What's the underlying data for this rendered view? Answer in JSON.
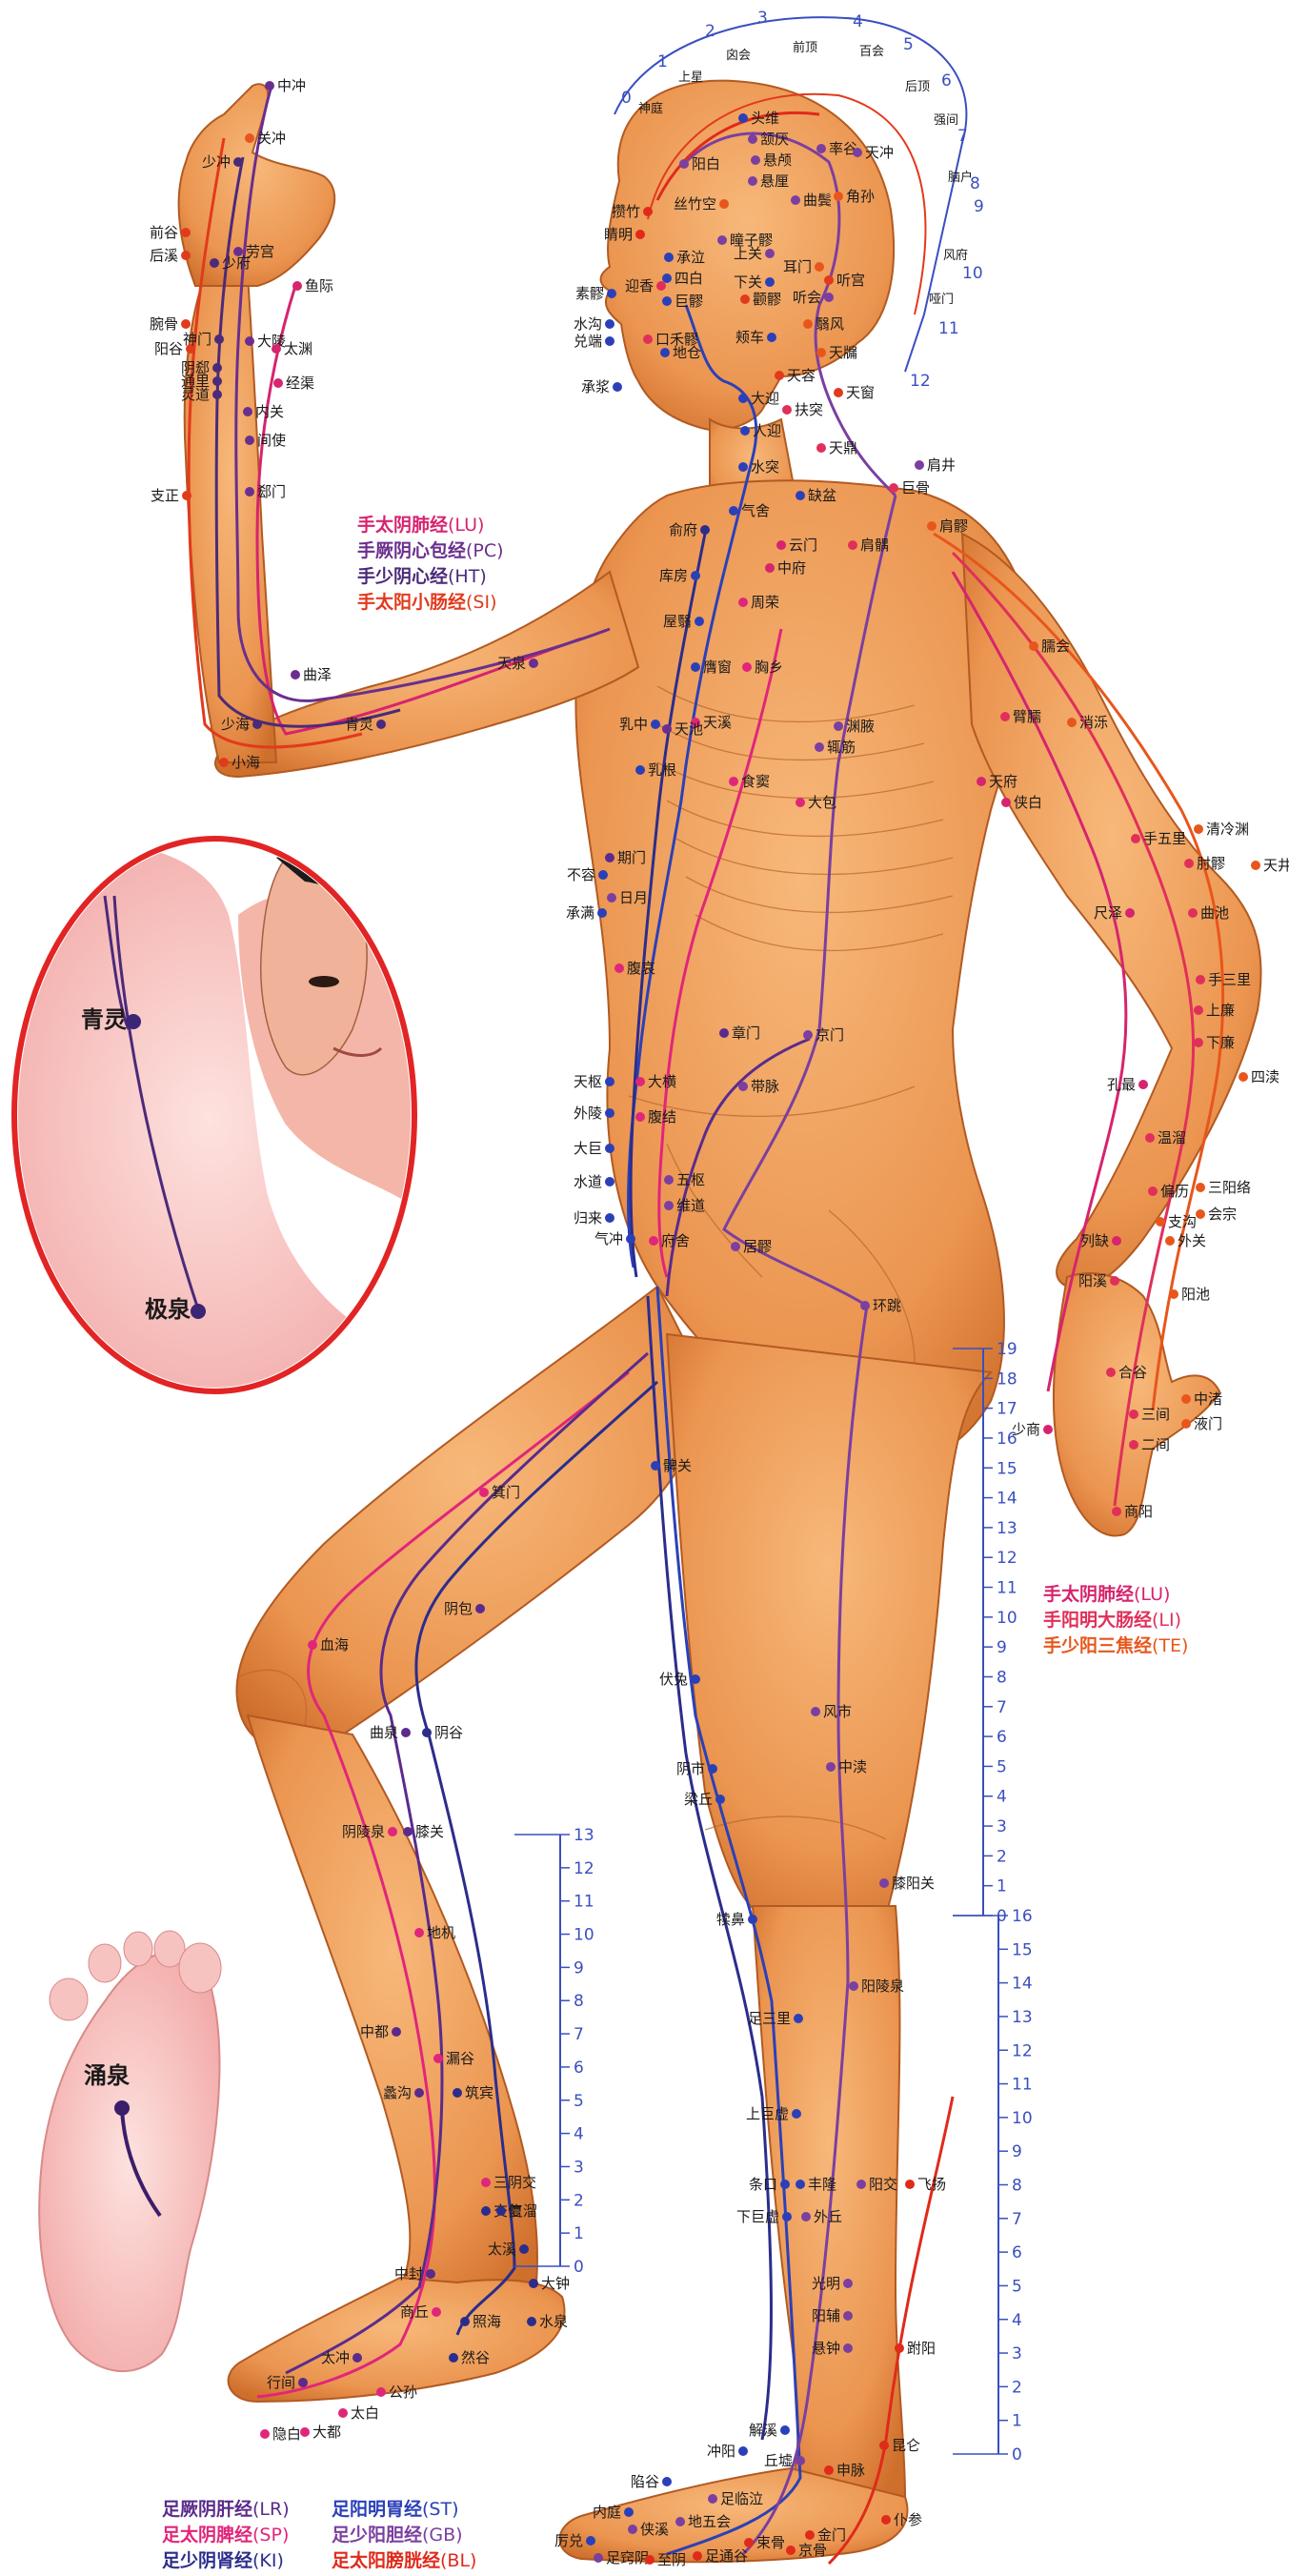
{
  "colors": {
    "skin": "#f0a15f",
    "skin_dark": "#d97a36",
    "lu": "#d6246e",
    "pc": "#6a2f8e",
    "ht": "#4b2a7a",
    "si": "#e23a1c",
    "li": "#e0305a",
    "te": "#e8561c",
    "lr": "#5a2b8c",
    "sp": "#e0267a",
    "ki": "#2b2d8c",
    "st": "#2b40b8",
    "gb": "#7b3fa0",
    "bl": "#e02a1a",
    "scale": "#3a4fc0"
  },
  "legends": {
    "arm_yin": [
      {
        "name": "手太阴肺经",
        "abbr": "(LU)",
        "color": "#d6246e"
      },
      {
        "name": "手厥阴心包经",
        "abbr": "(PC)",
        "color": "#6a2f8e"
      },
      {
        "name": "手少阴心经",
        "abbr": "(HT)",
        "color": "#4b2a7a"
      },
      {
        "name": "手太阳小肠经",
        "abbr": "(SI)",
        "color": "#e23a1c"
      }
    ],
    "arm_yang": [
      {
        "name": "手太阴肺经",
        "abbr": "(LU)",
        "color": "#d6246e"
      },
      {
        "name": "手阳明大肠经",
        "abbr": "(LI)",
        "color": "#e0305a"
      },
      {
        "name": "手少阳三焦经",
        "abbr": "(TE)",
        "color": "#e8561c"
      }
    ],
    "leg_left": [
      {
        "name": "足厥阴肝经",
        "abbr": "(LR)",
        "color": "#5a2b8c"
      },
      {
        "name": "足太阴脾经",
        "abbr": "(SP)",
        "color": "#e0267a"
      },
      {
        "name": "足少阴肾经",
        "abbr": "(KI)",
        "color": "#2b2d8c"
      }
    ],
    "leg_right": [
      {
        "name": "足阳明胃经",
        "abbr": "(ST)",
        "color": "#2b40b8"
      },
      {
        "name": "足少阳胆经",
        "abbr": "(GB)",
        "color": "#7b3fa0"
      },
      {
        "name": "足太阳膀胱经",
        "abbr": "(BL)",
        "color": "#e02a1a"
      }
    ]
  },
  "insets": {
    "armpit": {
      "points": [
        "青灵",
        "极泉"
      ]
    },
    "sole": {
      "points": [
        "涌泉"
      ]
    }
  },
  "head_scale": {
    "numbers": [
      "0",
      "1",
      "2",
      "3",
      "4",
      "5",
      "6",
      "7",
      "8",
      "9",
      "10",
      "11",
      "12"
    ],
    "labels": [
      "神庭",
      "上星",
      "囟会",
      "前顶",
      "百会",
      "后顶",
      "强间",
      "脑户",
      "风府",
      "哑门"
    ]
  },
  "scales": {
    "thigh": {
      "max": 19
    },
    "shin_right": {
      "max": 16
    },
    "shin_left": {
      "max": 13
    }
  },
  "points": [
    {
      "t": "中冲",
      "c": "#6a2f8e"
    },
    {
      "t": "关冲",
      "c": "#e8561c"
    },
    {
      "t": "少冲",
      "c": "#4b2a7a"
    },
    {
      "t": "前谷",
      "c": "#e23a1c"
    },
    {
      "t": "后溪",
      "c": "#e23a1c"
    },
    {
      "t": "劳宫",
      "c": "#6a2f8e"
    },
    {
      "t": "少府",
      "c": "#4b2a7a"
    },
    {
      "t": "鱼际",
      "c": "#d6246e"
    },
    {
      "t": "腕骨",
      "c": "#e23a1c"
    },
    {
      "t": "阳谷",
      "c": "#e23a1c"
    },
    {
      "t": "神门",
      "c": "#4b2a7a"
    },
    {
      "t": "大陵",
      "c": "#6a2f8e"
    },
    {
      "t": "太渊",
      "c": "#d6246e"
    },
    {
      "t": "阴郄",
      "c": "#4b2a7a"
    },
    {
      "t": "通里",
      "c": "#4b2a7a"
    },
    {
      "t": "灵道",
      "c": "#4b2a7a"
    },
    {
      "t": "经渠",
      "c": "#d6246e"
    },
    {
      "t": "内关",
      "c": "#6a2f8e"
    },
    {
      "t": "间使",
      "c": "#6a2f8e"
    },
    {
      "t": "支正",
      "c": "#e23a1c"
    },
    {
      "t": "郄门",
      "c": "#6a2f8e"
    },
    {
      "t": "曲泽",
      "c": "#6a2f8e"
    },
    {
      "t": "天泉",
      "c": "#6a2f8e"
    },
    {
      "t": "少海",
      "c": "#4b2a7a"
    },
    {
      "t": "青灵",
      "c": "#4b2a7a"
    },
    {
      "t": "小海",
      "c": "#e23a1c"
    },
    {
      "t": "阳白",
      "c": "#7b3fa0"
    },
    {
      "t": "头维",
      "c": "#2b40b8"
    },
    {
      "t": "颔厌",
      "c": "#7b3fa0"
    },
    {
      "t": "悬颅",
      "c": "#7b3fa0"
    },
    {
      "t": "悬厘",
      "c": "#7b3fa0"
    },
    {
      "t": "率谷",
      "c": "#7b3fa0"
    },
    {
      "t": "天冲",
      "c": "#7b3fa0"
    },
    {
      "t": "曲鬓",
      "c": "#7b3fa0"
    },
    {
      "t": "角孙",
      "c": "#e8561c"
    },
    {
      "t": "攒竹",
      "c": "#e02a1a"
    },
    {
      "t": "睛明",
      "c": "#e02a1a"
    },
    {
      "t": "丝竹空",
      "c": "#e8561c"
    },
    {
      "t": "瞳子髎",
      "c": "#7b3fa0"
    },
    {
      "t": "承泣",
      "c": "#2b40b8"
    },
    {
      "t": "四白",
      "c": "#2b40b8"
    },
    {
      "t": "巨髎",
      "c": "#2b40b8"
    },
    {
      "t": "素髎",
      "c": "#2b40b8"
    },
    {
      "t": "迎香",
      "c": "#e0305a"
    },
    {
      "t": "水沟",
      "c": "#2b40b8"
    },
    {
      "t": "兑端",
      "c": "#2b40b8"
    },
    {
      "t": "口禾髎",
      "c": "#e0305a"
    },
    {
      "t": "地仓",
      "c": "#2b40b8"
    },
    {
      "t": "承浆",
      "c": "#2b40b8"
    },
    {
      "t": "上关",
      "c": "#7b3fa0"
    },
    {
      "t": "下关",
      "c": "#2b40b8"
    },
    {
      "t": "耳门",
      "c": "#e8561c"
    },
    {
      "t": "听宫",
      "c": "#e23a1c"
    },
    {
      "t": "听会",
      "c": "#7b3fa0"
    },
    {
      "t": "颧髎",
      "c": "#e23a1c"
    },
    {
      "t": "颊车",
      "c": "#2b40b8"
    },
    {
      "t": "翳风",
      "c": "#e8561c"
    },
    {
      "t": "天容",
      "c": "#e23a1c"
    },
    {
      "t": "天牖",
      "c": "#e8561c"
    },
    {
      "t": "大迎",
      "c": "#2b40b8"
    },
    {
      "t": "扶突",
      "c": "#e0305a"
    },
    {
      "t": "天窗",
      "c": "#e23a1c"
    },
    {
      "t": "人迎",
      "c": "#2b40b8"
    },
    {
      "t": "天鼎",
      "c": "#e0305a"
    },
    {
      "t": "水突",
      "c": "#2b40b8"
    },
    {
      "t": "肩井",
      "c": "#7b3fa0"
    },
    {
      "t": "缺盆",
      "c": "#2b40b8"
    },
    {
      "t": "巨骨",
      "c": "#e0305a"
    },
    {
      "t": "气舍",
      "c": "#2b40b8"
    },
    {
      "t": "俞府",
      "c": "#2b2d8c"
    },
    {
      "t": "云门",
      "c": "#d6246e"
    },
    {
      "t": "中府",
      "c": "#d6246e"
    },
    {
      "t": "肩髃",
      "c": "#e0305a"
    },
    {
      "t": "肩髎",
      "c": "#e8561c"
    },
    {
      "t": "库房",
      "c": "#2b40b8"
    },
    {
      "t": "周荣",
      "c": "#e0267a"
    },
    {
      "t": "屋翳",
      "c": "#2b40b8"
    },
    {
      "t": "膺窗",
      "c": "#2b40b8"
    },
    {
      "t": "胸乡",
      "c": "#e0267a"
    },
    {
      "t": "天溪",
      "c": "#e0267a"
    },
    {
      "t": "乳中",
      "c": "#2b40b8"
    },
    {
      "t": "天池",
      "c": "#6a2f8e"
    },
    {
      "t": "渊腋",
      "c": "#7b3fa0"
    },
    {
      "t": "辄筋",
      "c": "#7b3fa0"
    },
    {
      "t": "乳根",
      "c": "#2b40b8"
    },
    {
      "t": "食窦",
      "c": "#e0267a"
    },
    {
      "t": "大包",
      "c": "#e0267a"
    },
    {
      "t": "臑会",
      "c": "#e8561c"
    },
    {
      "t": "臂臑",
      "c": "#e0305a"
    },
    {
      "t": "消泺",
      "c": "#e8561c"
    },
    {
      "t": "天府",
      "c": "#d6246e"
    },
    {
      "t": "侠白",
      "c": "#d6246e"
    },
    {
      "t": "期门",
      "c": "#5a2b8c"
    },
    {
      "t": "不容",
      "c": "#2b40b8"
    },
    {
      "t": "日月",
      "c": "#7b3fa0"
    },
    {
      "t": "承满",
      "c": "#2b40b8"
    },
    {
      "t": "腹哀",
      "c": "#e0267a"
    },
    {
      "t": "章门",
      "c": "#5a2b8c"
    },
    {
      "t": "京门",
      "c": "#7b3fa0"
    },
    {
      "t": "天枢",
      "c": "#2b40b8"
    },
    {
      "t": "大横",
      "c": "#e0267a"
    },
    {
      "t": "外陵",
      "c": "#2b40b8"
    },
    {
      "t": "腹结",
      "c": "#e0267a"
    },
    {
      "t": "带脉",
      "c": "#7b3fa0"
    },
    {
      "t": "大巨",
      "c": "#2b40b8"
    },
    {
      "t": "水道",
      "c": "#2b40b8"
    },
    {
      "t": "五枢",
      "c": "#7b3fa0"
    },
    {
      "t": "维道",
      "c": "#7b3fa0"
    },
    {
      "t": "归来",
      "c": "#2b40b8"
    },
    {
      "t": "府舍",
      "c": "#e0267a"
    },
    {
      "t": "居髎",
      "c": "#7b3fa0"
    },
    {
      "t": "气冲",
      "c": "#2b40b8"
    },
    {
      "t": "环跳",
      "c": "#7b3fa0"
    },
    {
      "t": "清冷渊",
      "c": "#e8561c"
    },
    {
      "t": "天井",
      "c": "#e8561c"
    },
    {
      "t": "手五里",
      "c": "#e0305a"
    },
    {
      "t": "肘髎",
      "c": "#e0305a"
    },
    {
      "t": "尺泽",
      "c": "#d6246e"
    },
    {
      "t": "曲池",
      "c": "#e0305a"
    },
    {
      "t": "手三里",
      "c": "#e0305a"
    },
    {
      "t": "上廉",
      "c": "#e0305a"
    },
    {
      "t": "下廉",
      "c": "#e0305a"
    },
    {
      "t": "孔最",
      "c": "#d6246e"
    },
    {
      "t": "四渎",
      "c": "#e8561c"
    },
    {
      "t": "温溜",
      "c": "#e0305a"
    },
    {
      "t": "偏历",
      "c": "#e0305a"
    },
    {
      "t": "三阳络",
      "c": "#e8561c"
    },
    {
      "t": "支沟",
      "c": "#e8561c"
    },
    {
      "t": "会宗",
      "c": "#e8561c"
    },
    {
      "t": "列缺",
      "c": "#d6246e"
    },
    {
      "t": "外关",
      "c": "#e8561c"
    },
    {
      "t": "阳溪",
      "c": "#e0305a"
    },
    {
      "t": "阳池",
      "c": "#e8561c"
    },
    {
      "t": "合谷",
      "c": "#e0305a"
    },
    {
      "t": "中渚",
      "c": "#e8561c"
    },
    {
      "t": "三间",
      "c": "#e0305a"
    },
    {
      "t": "液门",
      "c": "#e8561c"
    },
    {
      "t": "二间",
      "c": "#e0305a"
    },
    {
      "t": "少商",
      "c": "#d6246e"
    },
    {
      "t": "商阳",
      "c": "#e0305a"
    },
    {
      "t": "髀关",
      "c": "#2b40b8"
    },
    {
      "t": "箕门",
      "c": "#e0267a"
    },
    {
      "t": "阴包",
      "c": "#5a2b8c"
    },
    {
      "t": "血海",
      "c": "#e0267a"
    },
    {
      "t": "伏兔",
      "c": "#2b40b8"
    },
    {
      "t": "风市",
      "c": "#7b3fa0"
    },
    {
      "t": "曲泉",
      "c": "#5a2b8c"
    },
    {
      "t": "阴谷",
      "c": "#2b2d8c"
    },
    {
      "t": "阴市",
      "c": "#2b40b8"
    },
    {
      "t": "中渎",
      "c": "#7b3fa0"
    },
    {
      "t": "梁丘",
      "c": "#2b40b8"
    },
    {
      "t": "阴陵泉",
      "c": "#e0267a"
    },
    {
      "t": "膝关",
      "c": "#5a2b8c"
    },
    {
      "t": "膝阳关",
      "c": "#7b3fa0"
    },
    {
      "t": "犊鼻",
      "c": "#2b40b8"
    },
    {
      "t": "地机",
      "c": "#e0267a"
    },
    {
      "t": "阳陵泉",
      "c": "#7b3fa0"
    },
    {
      "t": "足三里",
      "c": "#2b40b8"
    },
    {
      "t": "中都",
      "c": "#5a2b8c"
    },
    {
      "t": "漏谷",
      "c": "#e0267a"
    },
    {
      "t": "蠡沟",
      "c": "#5a2b8c"
    },
    {
      "t": "筑宾",
      "c": "#2b2d8c"
    },
    {
      "t": "上巨虚",
      "c": "#2b40b8"
    },
    {
      "t": "三阴交",
      "c": "#e0267a"
    },
    {
      "t": "交信",
      "c": "#2b2d8c"
    },
    {
      "t": "复溜",
      "c": "#2b2d8c"
    },
    {
      "t": "条口",
      "c": "#2b40b8"
    },
    {
      "t": "丰隆",
      "c": "#2b40b8"
    },
    {
      "t": "阳交",
      "c": "#7b3fa0"
    },
    {
      "t": "飞扬",
      "c": "#e02a1a"
    },
    {
      "t": "下巨虚",
      "c": "#2b40b8"
    },
    {
      "t": "外丘",
      "c": "#7b3fa0"
    },
    {
      "t": "太溪",
      "c": "#2b2d8c"
    },
    {
      "t": "中封",
      "c": "#5a2b8c"
    },
    {
      "t": "大钟",
      "c": "#2b2d8c"
    },
    {
      "t": "商丘",
      "c": "#e0267a"
    },
    {
      "t": "照海",
      "c": "#2b2d8c"
    },
    {
      "t": "水泉",
      "c": "#2b2d8c"
    },
    {
      "t": "光明",
      "c": "#7b3fa0"
    },
    {
      "t": "阳辅",
      "c": "#7b3fa0"
    },
    {
      "t": "悬钟",
      "c": "#7b3fa0"
    },
    {
      "t": "跗阳",
      "c": "#e02a1a"
    },
    {
      "t": "太冲",
      "c": "#5a2b8c"
    },
    {
      "t": "然谷",
      "c": "#2b2d8c"
    },
    {
      "t": "行间",
      "c": "#5a2b8c"
    },
    {
      "t": "公孙",
      "c": "#e0267a"
    },
    {
      "t": "太白",
      "c": "#e0267a"
    },
    {
      "t": "隐白",
      "c": "#e0267a"
    },
    {
      "t": "大都",
      "c": "#e0267a"
    },
    {
      "t": "解溪",
      "c": "#2b40b8"
    },
    {
      "t": "昆仑",
      "c": "#e02a1a"
    },
    {
      "t": "冲阳",
      "c": "#2b40b8"
    },
    {
      "t": "丘墟",
      "c": "#7b3fa0"
    },
    {
      "t": "申脉",
      "c": "#e02a1a"
    },
    {
      "t": "陷谷",
      "c": "#2b40b8"
    },
    {
      "t": "足临泣",
      "c": "#7b3fa0"
    },
    {
      "t": "仆参",
      "c": "#e02a1a"
    },
    {
      "t": "内庭",
      "c": "#2b40b8"
    },
    {
      "t": "侠溪",
      "c": "#7b3fa0"
    },
    {
      "t": "地五会",
      "c": "#7b3fa0"
    },
    {
      "t": "金门",
      "c": "#e02a1a"
    },
    {
      "t": "厉兑",
      "c": "#2b40b8"
    },
    {
      "t": "束骨",
      "c": "#e02a1a"
    },
    {
      "t": "京骨",
      "c": "#e02a1a"
    },
    {
      "t": "足窍阴",
      "c": "#7b3fa0"
    },
    {
      "t": "至阴",
      "c": "#e02a1a"
    },
    {
      "t": "足通谷",
      "c": "#e02a1a"
    }
  ]
}
